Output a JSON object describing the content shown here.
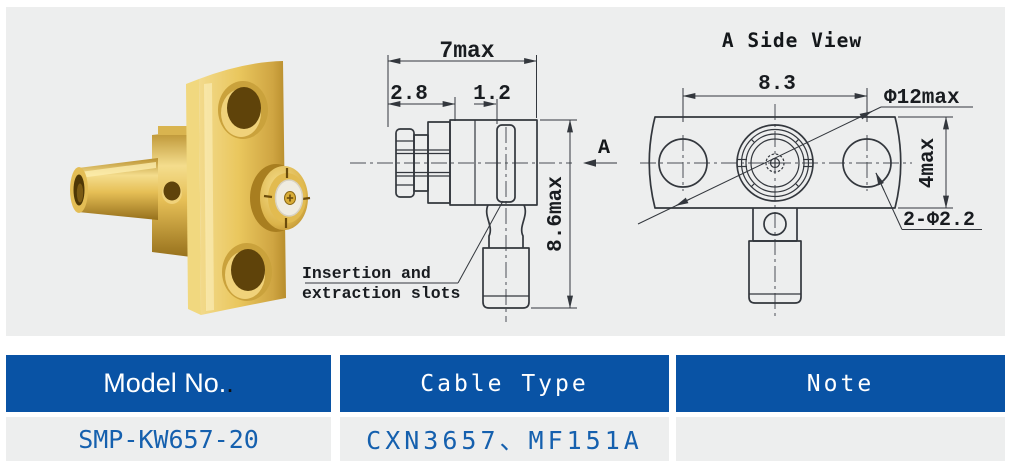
{
  "side_view": {
    "dim_total_width": "7max",
    "dim_left_section": "2.8",
    "dim_slot_width": "1.2",
    "dim_total_height": "8.6max",
    "section_label": "A",
    "callout_line1": "Insertion and",
    "callout_line2": "extraction slots"
  },
  "a_side_view": {
    "title": "A Side View",
    "dim_hole_spacing": "8.3",
    "dim_flange_diameter": "Φ12max",
    "dim_flange_height": "4max",
    "dim_mounting_holes": "2-Φ2.2"
  },
  "table": {
    "columns": [
      "Model No.",
      "Cable Type",
      "Note"
    ],
    "model_no_extra_dot": ".",
    "rows": [
      {
        "model_no": "SMP-KW657-20",
        "cable_type": "CXN3657、MF151A",
        "note": ""
      }
    ]
  },
  "colors": {
    "header_blue": "#0953a5",
    "row_text_blue": "#1560ae",
    "panel_gray": "#edeeee",
    "gold": "#e8c05c",
    "line_dark": "#33373d"
  }
}
